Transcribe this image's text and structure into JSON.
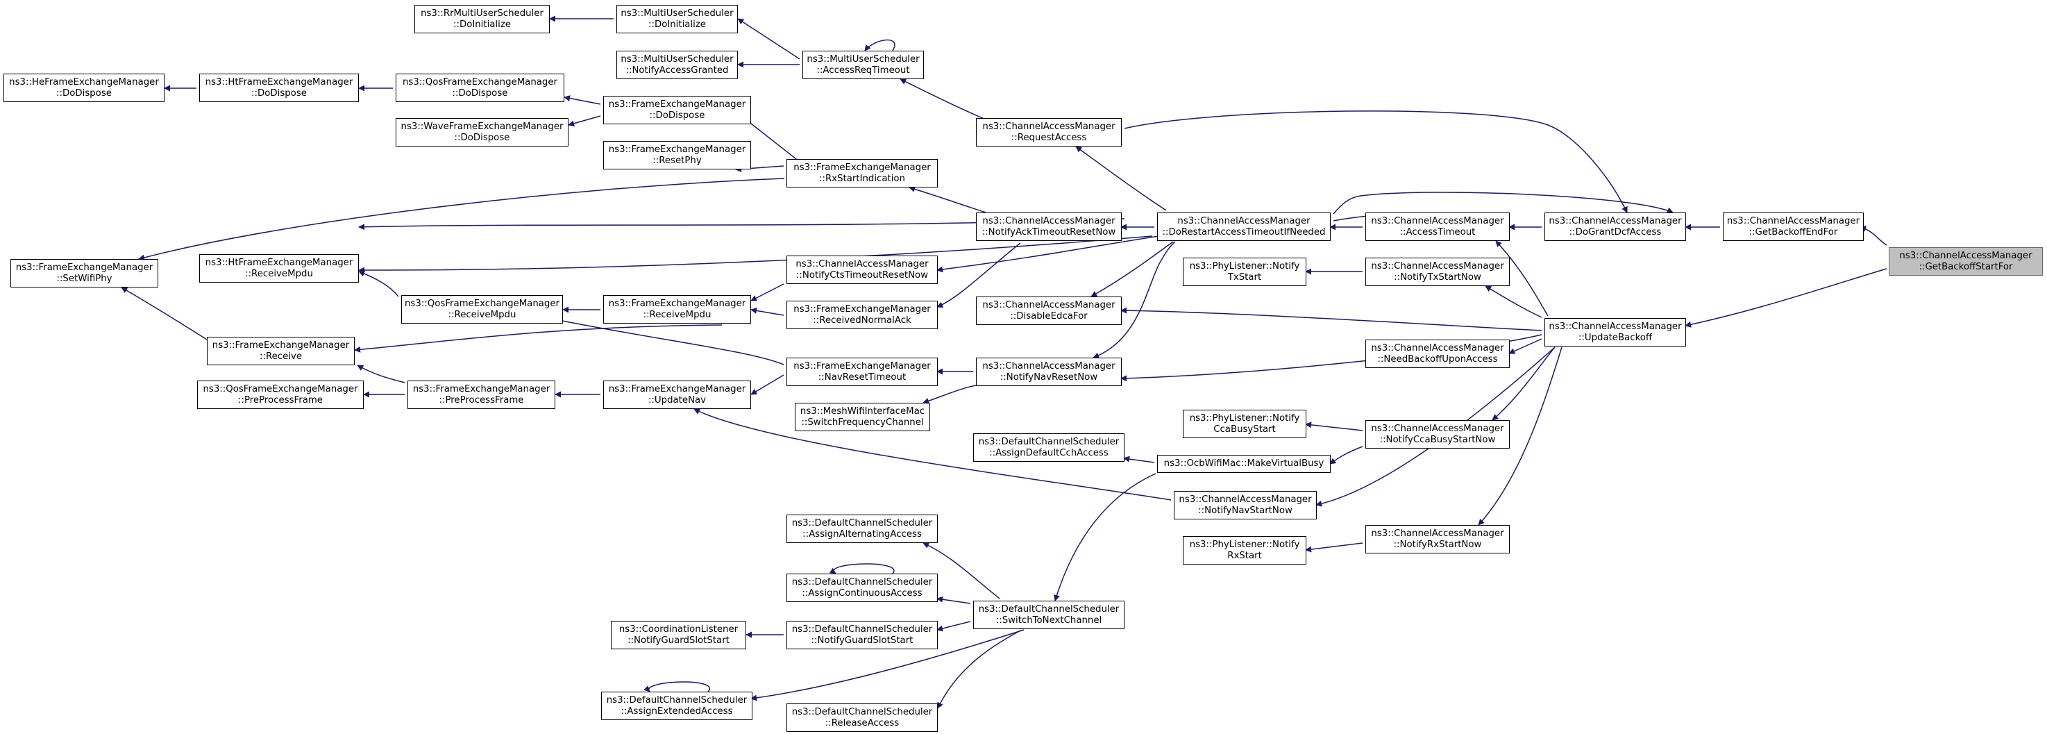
{
  "colors": {
    "edge": "#191970",
    "node_border": "#000000",
    "node_fill": "#ffffff",
    "root_fill": "#bfbfbf"
  },
  "nodes": {
    "root": {
      "l1": "ns3::ChannelAccessManager",
      "l2": "::GetBackoffStartFor"
    },
    "getBackoffEndFor": {
      "l1": "ns3::ChannelAccessManager",
      "l2": "::GetBackoffEndFor"
    },
    "updateBackoff": {
      "l1": "ns3::ChannelAccessManager",
      "l2": "::UpdateBackoff"
    },
    "doGrantDcfAccess": {
      "l1": "ns3::ChannelAccessManager",
      "l2": "::DoGrantDcfAccess"
    },
    "accessTimeout": {
      "l1": "ns3::ChannelAccessManager",
      "l2": "::AccessTimeout"
    },
    "notifyTxStartNow": {
      "l1": "ns3::ChannelAccessManager",
      "l2": "::NotifyTxStartNow"
    },
    "needBackoffUponAccess": {
      "l1": "ns3::ChannelAccessManager",
      "l2": "::NeedBackoffUponAccess"
    },
    "notifyCcaBusyStartNow": {
      "l1": "ns3::ChannelAccessManager",
      "l2": "::NotifyCcaBusyStartNow"
    },
    "notifyRxStartNow": {
      "l1": "ns3::ChannelAccessManager",
      "l2": "::NotifyRxStartNow"
    },
    "doRestart": {
      "l1": "ns3::ChannelAccessManager",
      "l2": "::DoRestartAccessTimeoutIfNeeded"
    },
    "phyTxStart": {
      "l1": "ns3::PhyListener::Notify",
      "l2": "TxStart"
    },
    "disableEdcaFor": {
      "l1": "ns3::ChannelAccessManager",
      "l2": "::DisableEdcaFor"
    },
    "phyCcaBusyStart": {
      "l1": "ns3::PhyListener::Notify",
      "l2": "CcaBusyStart"
    },
    "makeVirtualBusy": {
      "l1": "ns3::OcbWifiMac::MakeVirtualBusy",
      "l2": ""
    },
    "notifyNavStartNow": {
      "l1": "ns3::ChannelAccessManager",
      "l2": "::NotifyNavStartNow"
    },
    "phyRxStart": {
      "l1": "ns3::PhyListener::Notify",
      "l2": "RxStart"
    },
    "requestAccess": {
      "l1": "ns3::ChannelAccessManager",
      "l2": "::RequestAccess"
    },
    "notifyAckTimeoutResetNow": {
      "l1": "ns3::ChannelAccessManager",
      "l2": "::NotifyAckTimeoutResetNow"
    },
    "notifyNavResetNow": {
      "l1": "ns3::ChannelAccessManager",
      "l2": "::NotifyNavResetNow"
    },
    "assignDefaultCchAccess": {
      "l1": "ns3::DefaultChannelScheduler",
      "l2": "::AssignDefaultCchAccess"
    },
    "switchToNextChannel": {
      "l1": "ns3::DefaultChannelScheduler",
      "l2": "::SwitchToNextChannel"
    },
    "muAccessReqTimeout": {
      "l1": "ns3::MultiUserScheduler",
      "l2": "::AccessReqTimeout"
    },
    "fexRxStartIndication": {
      "l1": "ns3::FrameExchangeManager",
      "l2": "::RxStartIndication"
    },
    "notifyCtsTimeoutResetNow": {
      "l1": "ns3::ChannelAccessManager",
      "l2": "::NotifyCtsTimeoutResetNow"
    },
    "fexReceivedNormalAck": {
      "l1": "ns3::FrameExchangeManager",
      "l2": "::ReceivedNormalAck"
    },
    "fexNavResetTimeout": {
      "l1": "ns3::FrameExchangeManager",
      "l2": "::NavResetTimeout"
    },
    "meshSwitchFrequencyChannel": {
      "l1": "ns3::MeshWifiInterfaceMac",
      "l2": "::SwitchFrequencyChannel"
    },
    "assignAlternatingAccess": {
      "l1": "ns3::DefaultChannelScheduler",
      "l2": "::AssignAlternatingAccess"
    },
    "assignContinuousAccess": {
      "l1": "ns3::DefaultChannelScheduler",
      "l2": "::AssignContinuousAccess"
    },
    "notifyGuardSlotStart": {
      "l1": "ns3::DefaultChannelScheduler",
      "l2": "::NotifyGuardSlotStart"
    },
    "releaseAccess": {
      "l1": "ns3::DefaultChannelScheduler",
      "l2": "::ReleaseAccess"
    },
    "muDoInitialize": {
      "l1": "ns3::MultiUserScheduler",
      "l2": "::DoInitialize"
    },
    "muNotifyAccessGranted": {
      "l1": "ns3::MultiUserScheduler",
      "l2": "::NotifyAccessGranted"
    },
    "fexDoDispose": {
      "l1": "ns3::FrameExchangeManager",
      "l2": "::DoDispose"
    },
    "fexResetPhy": {
      "l1": "ns3::FrameExchangeManager",
      "l2": "::ResetPhy"
    },
    "fexReceiveMpdu": {
      "l1": "ns3::FrameExchangeManager",
      "l2": "::ReceiveMpdu"
    },
    "fexUpdateNav": {
      "l1": "ns3::FrameExchangeManager",
      "l2": "::UpdateNav"
    },
    "coordNotifyGuardSlotStart": {
      "l1": "ns3::CoordinationListener",
      "l2": "::NotifyGuardSlotStart"
    },
    "assignExtendedAccess": {
      "l1": "ns3::DefaultChannelScheduler",
      "l2": "::AssignExtendedAccess"
    },
    "rrDoInitialize": {
      "l1": "ns3::RrMultiUserScheduler",
      "l2": "::DoInitialize"
    },
    "qosDoDispose": {
      "l1": "ns3::QosFrameExchangeManager",
      "l2": "::DoDispose"
    },
    "waveDoDispose": {
      "l1": "ns3::WaveFrameExchangeManager",
      "l2": "::DoDispose"
    },
    "qosReceiveMpdu": {
      "l1": "ns3::QosFrameExchangeManager",
      "l2": "::ReceiveMpdu"
    },
    "fexPreProcessFrame": {
      "l1": "ns3::FrameExchangeManager",
      "l2": "::PreProcessFrame"
    },
    "htDoDispose": {
      "l1": "ns3::HtFrameExchangeManager",
      "l2": "::DoDispose"
    },
    "htReceiveMpdu": {
      "l1": "ns3::HtFrameExchangeManager",
      "l2": "::ReceiveMpdu"
    },
    "fexReceive": {
      "l1": "ns3::FrameExchangeManager",
      "l2": "::Receive"
    },
    "qosPreProcessFrame": {
      "l1": "ns3::QosFrameExchangeManager",
      "l2": "::PreProcessFrame"
    },
    "heDoDispose": {
      "l1": "ns3::HeFrameExchangeManager",
      "l2": "::DoDispose"
    },
    "fexSetWifiPhy": {
      "l1": "ns3::FrameExchangeManager",
      "l2": "::SetWifiPhy"
    }
  }
}
